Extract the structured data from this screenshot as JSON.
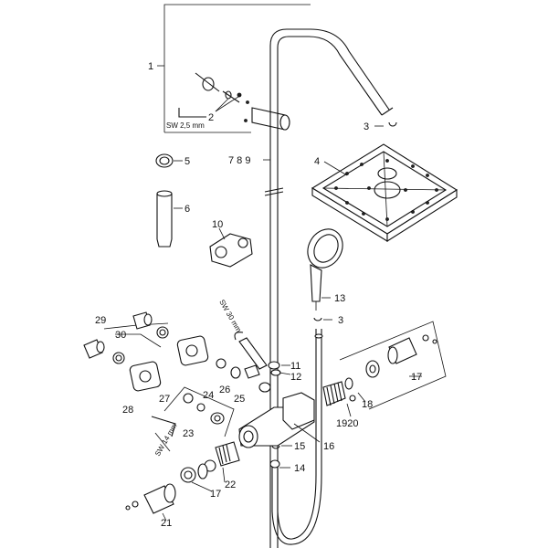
{
  "labels": {
    "p1": "1",
    "p2": "2",
    "p3a": "3",
    "p3b": "3",
    "p4": "4",
    "p5": "5",
    "p6": "6",
    "p789": "7 8 9",
    "p10": "10",
    "p11": "11",
    "p12": "12",
    "p13": "13",
    "p14": "14",
    "p15": "15",
    "p16": "16",
    "p17a": "17",
    "p17b": "17",
    "p18": "18",
    "p1920": "1920",
    "p21": "21",
    "p22": "22",
    "p23": "23",
    "p24": "24",
    "p25": "25",
    "p26": "26",
    "p27": "27",
    "p28": "28",
    "p29": "29",
    "p30": "30"
  },
  "wrench_sizes": {
    "sw25": "SW 2,5 mm",
    "sw30": "SW 30 mm",
    "sw14": "SW 14 mm"
  }
}
